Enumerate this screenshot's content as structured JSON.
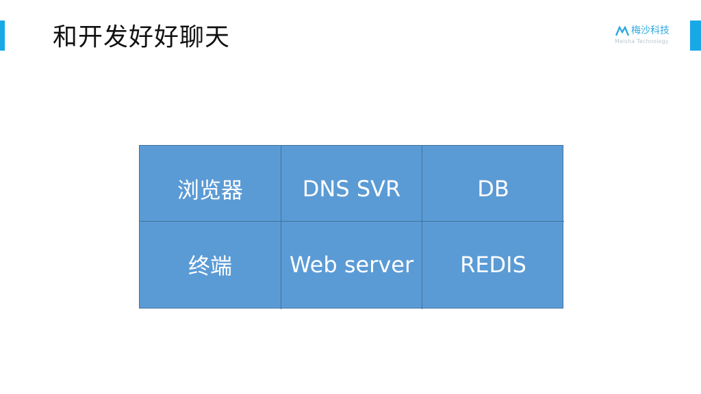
{
  "slide": {
    "title": "和开发好好聊天",
    "logo": {
      "name": "梅沙科技",
      "subtitle": "Meisha Technology"
    },
    "table": {
      "rows": [
        [
          "浏览器",
          "DNS SVR",
          "DB"
        ],
        [
          "终端",
          "Web server",
          "REDIS"
        ]
      ]
    }
  },
  "colors": {
    "accent": "#18a8e6",
    "cell_fill": "#5b9bd5",
    "cell_border": "#41719c",
    "title_text": "#111111",
    "cell_text": "#ffffff"
  },
  "icons": {
    "logo_mark": "meisha-m-logo-icon"
  }
}
